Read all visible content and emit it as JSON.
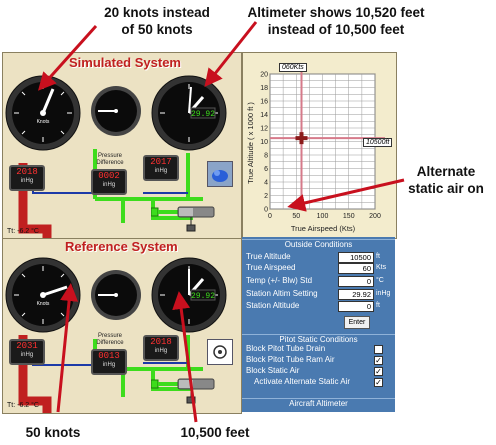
{
  "annotations": {
    "airspeed_note_line1": "20 knots instead",
    "airspeed_note_line2": "of 50 knots",
    "altimeter_note_line1": "Altimeter shows 10,520 feet",
    "altimeter_note_line2": "instead of 10,500 feet",
    "alternate_note_line1": "Alternate",
    "alternate_note_line2": "static air on",
    "bottom_left": "50 knots",
    "bottom_right": "10,500 feet"
  },
  "simulated": {
    "title": "Simulated System",
    "altimeter_setting": "29.92",
    "baro_left": "2018",
    "baro_right": "2017",
    "pressure_diff": "0002",
    "pressure_diff_label": "Pressure Difference",
    "pressure_unit": "inHg",
    "tt_label": "Tt: -6.2 °C",
    "airspeed_unit": "Knots"
  },
  "reference": {
    "title": "Reference System",
    "altimeter_setting": "29.92",
    "baro_left": "2031",
    "baro_right": "2018",
    "pressure_diff": "0013",
    "pressure_diff_label": "Pressure Difference",
    "pressure_unit": "inHg",
    "tt_label": "Tt: -6.2 °C",
    "airspeed_unit": "Knots"
  },
  "chart": {
    "top_readout": "060Kts",
    "right_readout": "10500ft",
    "xlabel": "True Airspeed (Kts)",
    "ylabel": "True Altitude  ( x 1000 ft )",
    "x_ticks": [
      "0",
      "50",
      "100",
      "150",
      "200"
    ],
    "y_ticks": [
      "0",
      "2",
      "4",
      "6",
      "8",
      "10",
      "12",
      "14",
      "16",
      "18",
      "20"
    ]
  },
  "chart_data": {
    "type": "scatter",
    "x": [
      60
    ],
    "y": [
      10.5
    ],
    "xlim": [
      0,
      200
    ],
    "ylim": [
      0,
      20
    ],
    "xlabel": "True Airspeed (Kts)",
    "ylabel": "True Altitude  ( x 1000 ft )"
  },
  "outside": {
    "header": "Outside Conditions",
    "true_altitude_label": "True Altitude",
    "true_altitude_value": "10500",
    "true_altitude_unit": "ft",
    "true_airspeed_label": "True Airspeed",
    "true_airspeed_value": "60",
    "true_airspeed_unit": "Kts",
    "temp_label": "Temp (+/- Blw) Std",
    "temp_value": "0",
    "temp_unit": "°C",
    "altim_setting_label": "Station Altim Setting",
    "altim_setting_value": "29.92",
    "altim_setting_unit": "inHg",
    "station_alt_label": "Station Altitude",
    "station_alt_value": "0",
    "station_alt_unit": "ft",
    "enter_button": "Enter"
  },
  "pitot": {
    "header": "Pitot Static Conditions",
    "items": [
      {
        "label": "Block Pitot Tube Drain",
        "checked": ""
      },
      {
        "label": "Block Pitot Tube Ram Air",
        "checked": "✓"
      },
      {
        "label": "Block Static Air",
        "checked": "✓"
      },
      {
        "label": "Activate Alternate Static Air",
        "checked": "✓"
      }
    ]
  },
  "footer_header": "Aircraft Altimeter",
  "colors": {
    "pipe_green": "#3ddc1c",
    "red_pipe": "#c02020",
    "panel_blue": "#4a7ab0"
  }
}
